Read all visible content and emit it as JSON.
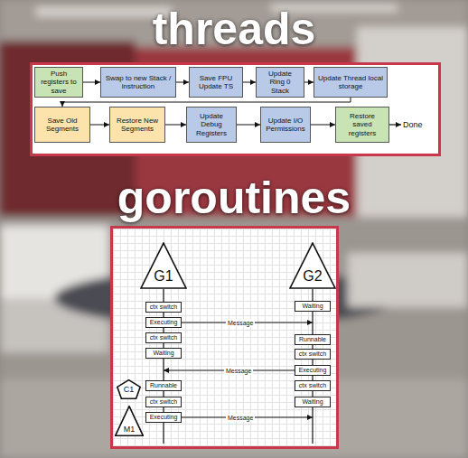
{
  "diagram": {
    "nodes": [
      {
        "text": [
          "Push registers to save"
        ]
      },
      {
        "text": [
          "Swap to new Stack / instruction"
        ]
      },
      {
        "text": [
          "Save FPU Update TS"
        ]
      },
      {
        "text": [
          "Update Ring 0 Stack"
        ]
      },
      {
        "text": [
          "Update Thread local storage"
        ]
      },
      {
        "text": [
          "Save Old Segments"
        ]
      },
      {
        "text": [
          "Restore New Segments"
        ]
      },
      {
        "text": [
          "Update Debug Registers"
        ]
      },
      {
        "text": [
          "Update I/O Permissions"
        ]
      },
      {
        "text": [
          "Restore saved registers"
        ]
      },
      {
        "text": [
          "G1"
        ]
      },
      {
        "text": [
          "G2"
        ]
      },
      {
        "text": [
          "ctx switch"
        ]
      },
      {
        "text": [
          "Executing"
        ]
      },
      {
        "text": [
          "ctx switch"
        ]
      },
      {
        "text": [
          "Waiting"
        ]
      },
      {
        "text": [
          "Runnable"
        ]
      },
      {
        "text": [
          "ctx switch"
        ]
      },
      {
        "text": [
          "Executing"
        ]
      },
      {
        "text": [
          "Waiting"
        ]
      },
      {
        "text": [
          "Runnable"
        ]
      },
      {
        "text": [
          "ctx switch"
        ]
      },
      {
        "text": [
          "Executing"
        ]
      },
      {
        "text": [
          "ctx switch"
        ]
      },
      {
        "text": [
          "Waiting"
        ]
      },
      {
        "text": [
          "C1"
        ]
      },
      {
        "text": [
          "M1"
        ]
      }
    ],
    "edges": [
      {
        "from": 0,
        "to": 1,
        "arrow": "to"
      },
      {
        "from": 1,
        "to": 2,
        "arrow": "to"
      },
      {
        "from": 2,
        "to": 3,
        "arrow": "to"
      },
      {
        "from": 3,
        "to": 4,
        "arrow": "to"
      },
      {
        "from": 4,
        "to": 5,
        "arrow": "to"
      },
      {
        "from": 5,
        "to": 6,
        "arrow": "to"
      },
      {
        "from": 6,
        "to": 7,
        "arrow": "to"
      },
      {
        "from": 7,
        "to": 8,
        "arrow": "to"
      },
      {
        "from": 8,
        "to": 9,
        "arrow": "to"
      },
      {
        "from": 10,
        "to": 12,
        "arrow": "none"
      },
      {
        "from": 12,
        "to": 13,
        "arrow": "none"
      },
      {
        "from": 13,
        "to": 14,
        "arrow": "none"
      },
      {
        "from": 14,
        "to": 15,
        "arrow": "none"
      },
      {
        "from": 15,
        "to": 16,
        "arrow": "none"
      },
      {
        "from": 16,
        "to": 17,
        "arrow": "none"
      },
      {
        "from": 17,
        "to": 18,
        "arrow": "none"
      },
      {
        "from": 11,
        "to": 19,
        "arrow": "none"
      },
      {
        "from": 19,
        "to": 20,
        "arrow": "none"
      },
      {
        "from": 20,
        "to": 21,
        "arrow": "none"
      },
      {
        "from": 21,
        "to": 22,
        "arrow": "none"
      },
      {
        "from": 22,
        "to": 23,
        "arrow": "none"
      },
      {
        "from": 23,
        "to": 24,
        "arrow": "none"
      }
    ],
    "labels": [
      "threads",
      "goroutines",
      "Done",
      "Message",
      "Message",
      "Message"
    ]
  }
}
